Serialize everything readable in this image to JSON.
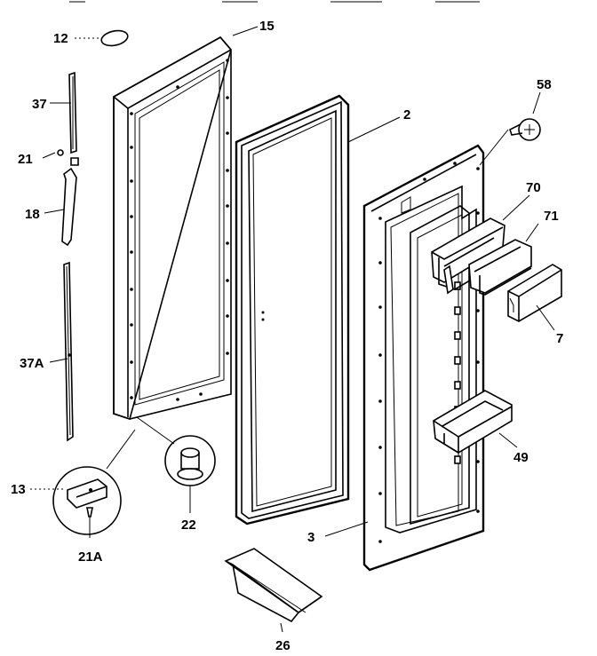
{
  "labels": {
    "l12": "12",
    "l15": "15",
    "l2": "2",
    "l37": "37",
    "l58": "58",
    "l21": "21",
    "l70": "70",
    "l71": "71",
    "l18": "18",
    "l7": "7",
    "l37A": "37A",
    "l49": "49",
    "l13": "13",
    "l22": "22",
    "l21A": "21A",
    "l3": "3",
    "l26": "26"
  }
}
